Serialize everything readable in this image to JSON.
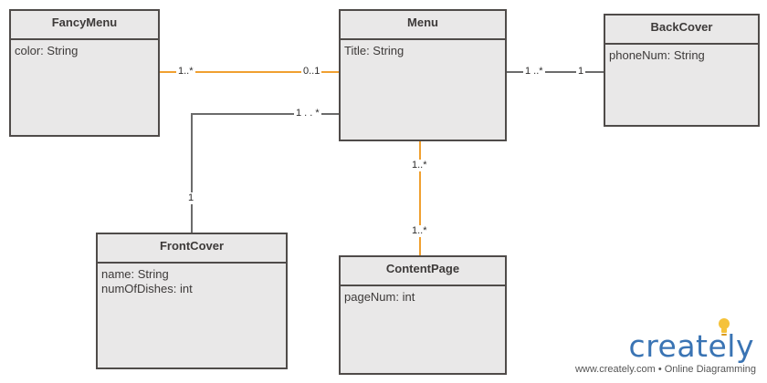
{
  "colors": {
    "class_fill": "#e9e8e8",
    "class_border": "#4f4b49",
    "assoc_orange": "#f0a030",
    "assoc_gray": "#6b6b6b",
    "brand_blue": "#3a74b4",
    "bulb_yellow": "#f5c23a"
  },
  "classes": {
    "fancymenu": {
      "name": "FancyMenu",
      "attrs": [
        "color: String"
      ]
    },
    "menu": {
      "name": "Menu",
      "attrs": [
        "Title: String"
      ]
    },
    "backcover": {
      "name": "BackCover",
      "attrs": [
        "phoneNum: String"
      ]
    },
    "frontcover": {
      "name": "FrontCover",
      "attrs": [
        "name: String",
        "numOfDishes: int"
      ]
    },
    "contentpage": {
      "name": "ContentPage",
      "attrs": [
        "pageNum: int"
      ]
    }
  },
  "associations": {
    "fancymenu_menu": {
      "near_fancymenu": "1..*",
      "near_menu": "0..1"
    },
    "menu_backcover": {
      "near_menu": "1 ..*",
      "near_backcover": "1"
    },
    "menu_frontcover": {
      "near_menu": "1 . . *",
      "near_frontcover": "1"
    },
    "menu_contentpage": {
      "near_menu": "1..*",
      "near_contentpage": "1..*"
    }
  },
  "branding": {
    "logo_word": "creately",
    "tagline": "www.creately.com • Online Diagramming",
    "icon": "lightbulb-icon"
  }
}
